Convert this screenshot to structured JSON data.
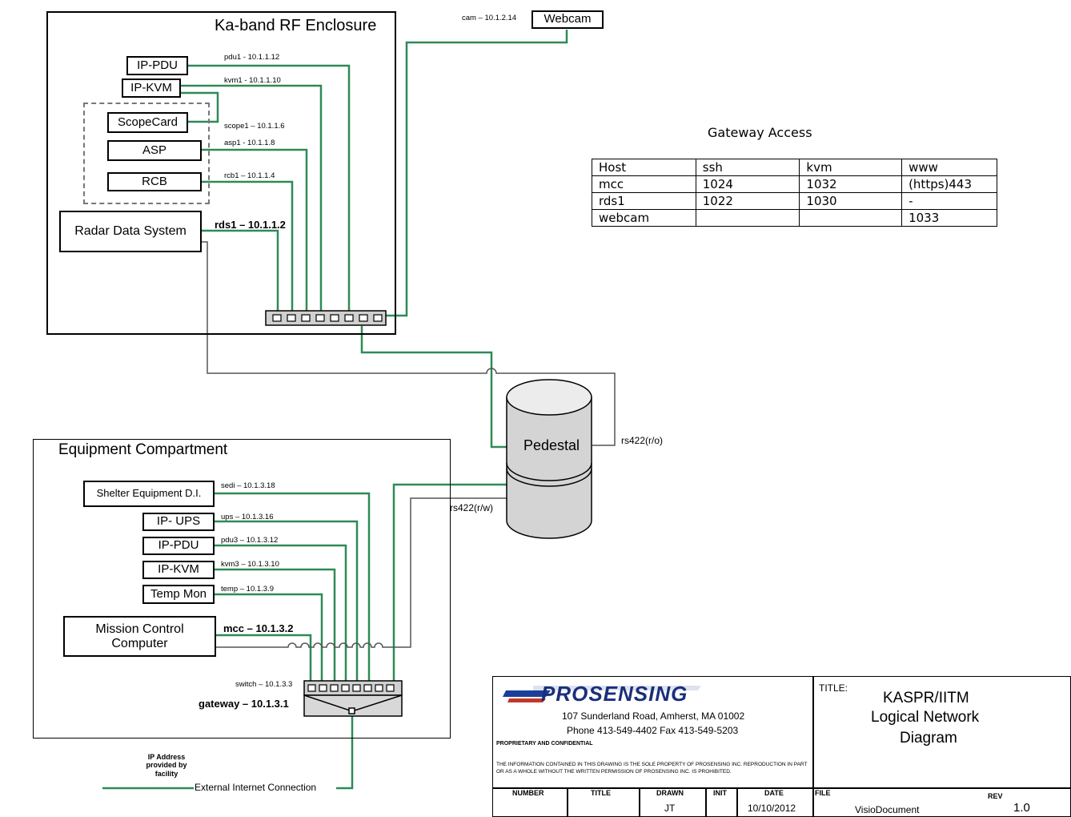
{
  "enclosure": {
    "title": "Ka-band RF Enclosure",
    "boxes": {
      "ip_pdu": "IP-PDU",
      "ip_kvm": "IP-KVM",
      "scopecard": "ScopeCard",
      "asp": "ASP",
      "rcb": "RCB",
      "rds": "Radar Data System"
    },
    "labels": {
      "pdu1": "pdu1 - 10.1.1.12",
      "kvm1": "kvm1 - 10.1.1.10",
      "scope1": "scope1 – 10.1.1.6",
      "asp1": "asp1 - 10.1.1.8",
      "rcb1": "rcb1 – 10.1.1.4",
      "rds1": "rds1 – 10.1.1.2"
    }
  },
  "webcam": {
    "label": "cam – 10.1.2.14",
    "box": "Webcam"
  },
  "pedestal": {
    "label": "Pedestal",
    "rs_ro": "rs422(r/o)",
    "rs_rw": "rs422(r/w)"
  },
  "gateway_access": {
    "title": "Gateway Access",
    "rows": [
      [
        "Host",
        "ssh",
        "kvm",
        "www"
      ],
      [
        "mcc",
        "1024",
        "1032",
        "(https)443"
      ],
      [
        "rds1",
        "1022",
        "1030",
        "-"
      ],
      [
        "webcam",
        "",
        "",
        "1033"
      ]
    ]
  },
  "compartment": {
    "title": "Equipment Compartment",
    "boxes": {
      "sedi": "Shelter Equipment D.I.",
      "ups": "IP- UPS",
      "pdu3": "IP-PDU",
      "kvm3": "IP-KVM",
      "temp": "Temp Mon",
      "mcc": "Mission Control Computer"
    },
    "labels": {
      "sedi": "sedi – 10.1.3.18",
      "ups": "ups – 10.1.3.16",
      "pdu3": "pdu3 – 10.1.3.12",
      "kvm3": "kvm3 – 10.1.3.10",
      "temp": "temp – 10.1.3.9",
      "mcc": "mcc – 10.1.3.2",
      "switch": "switch – 10.1.3.3",
      "gateway": "gateway – 10.1.3.1"
    }
  },
  "external": {
    "ip_note": "IP Address provided by facility",
    "connection": "External Internet Connection"
  },
  "title_block": {
    "company": "PROSENSING",
    "address": "107 Sunderland Road, Amherst, MA 01002",
    "phone": "Phone 413-549-4402 Fax 413-549-5203",
    "proprietary": "PROPRIETARY AND CONFIDENTIAL",
    "notice": "THE INFORMATION CONTAINED IN THIS DRAWING IS THE SOLE PROPERTY OF PROSENSING INC. REPRODUCTION IN PART OR AS A WHOLE WITHOUT THE WRITTEN PERMISSION OF PROSENSING INC. IS PROHIBITED.",
    "title_label": "TITLE:",
    "title_line1": "KASPR/IITM",
    "title_line2": "Logical Network",
    "title_line3": "Diagram",
    "number_label": "NUMBER",
    "title_col_label": "TITLE",
    "drawn_label": "DRAWN",
    "drawn_value": "JT",
    "init_label": "INIT",
    "date_label": "DATE",
    "date_value": "10/10/2012",
    "file_label": "FILE",
    "file_value": "VisioDocument",
    "rev_label": "REV",
    "rev_value": "1.0"
  }
}
